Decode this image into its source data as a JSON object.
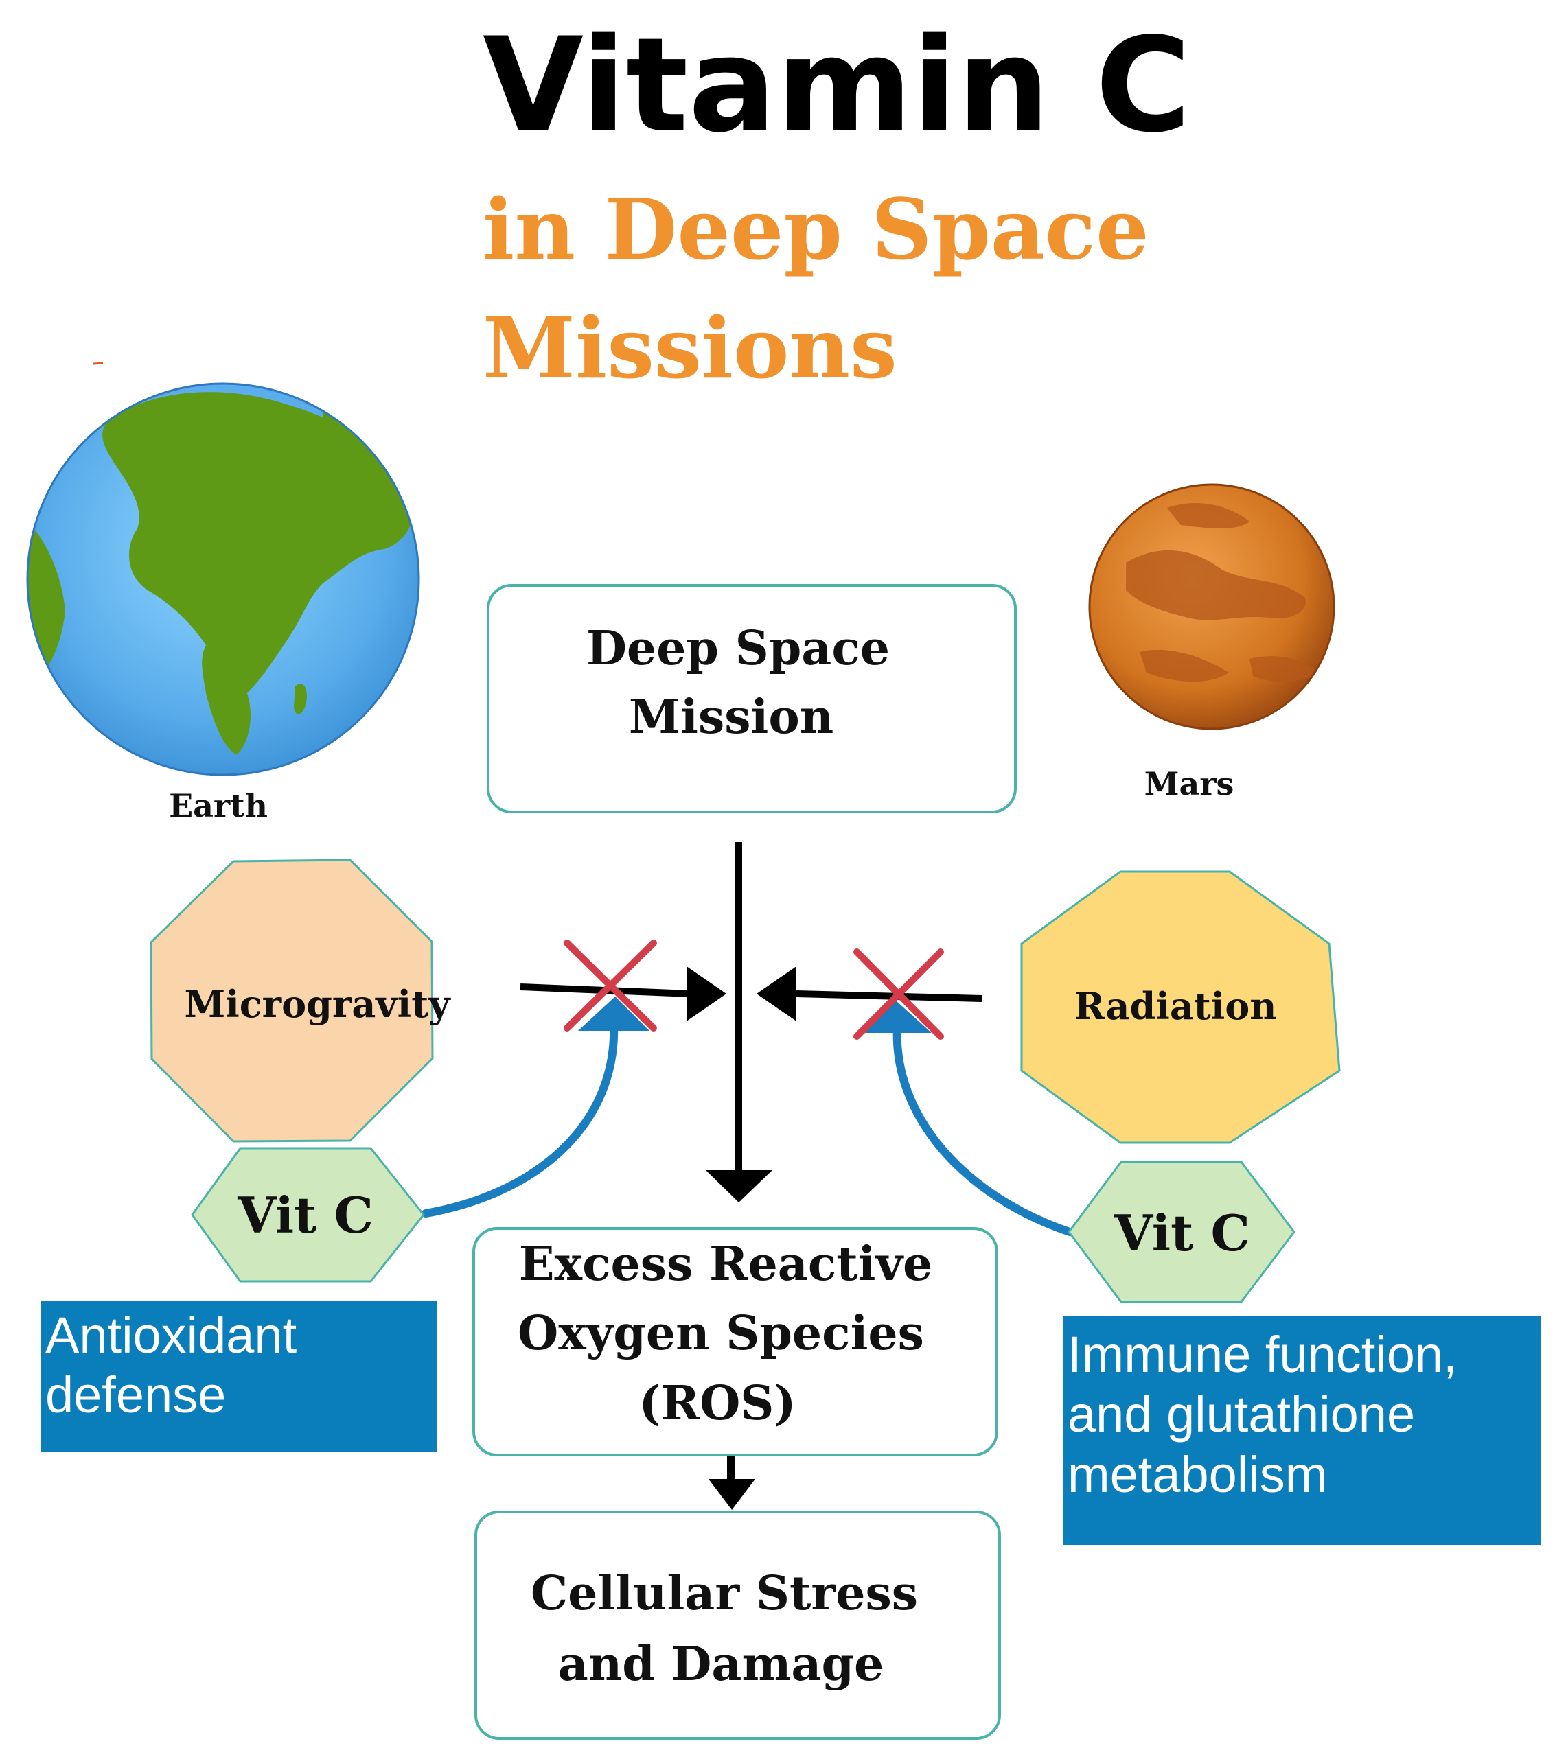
{
  "title": {
    "main": "Vitamin C",
    "sub_line1": "in Deep Space",
    "sub_line2": "Missions"
  },
  "planets": {
    "earth_label": "Earth",
    "mars_label": "Mars"
  },
  "boxes": {
    "mission": [
      "Deep Space",
      "Mission"
    ],
    "ros": [
      "Excess Reactive",
      "Oxygen Species",
      "(ROS)"
    ],
    "damage": [
      "Cellular Stress",
      "and Damage"
    ]
  },
  "stressors": {
    "left": "Microgravity",
    "right": "Radiation"
  },
  "vitc": {
    "left": "Vit C",
    "right": "Vit C"
  },
  "notes": {
    "left": [
      "Antioxidant",
      "defense"
    ],
    "right": [
      "Immune function,",
      "and glutathione",
      "metabolism"
    ]
  },
  "colors": {
    "title_accent": "#f0922e",
    "box_border": "#49b3a9",
    "microgravity_fill": "#fad5ac",
    "radiation_fill": "#fdd97a",
    "vitc_fill": "#cfe8bd",
    "inhibit_arrow": "#1a7dbf",
    "block_cross": "#d43c49",
    "note_bg": "#0a7dbb"
  }
}
